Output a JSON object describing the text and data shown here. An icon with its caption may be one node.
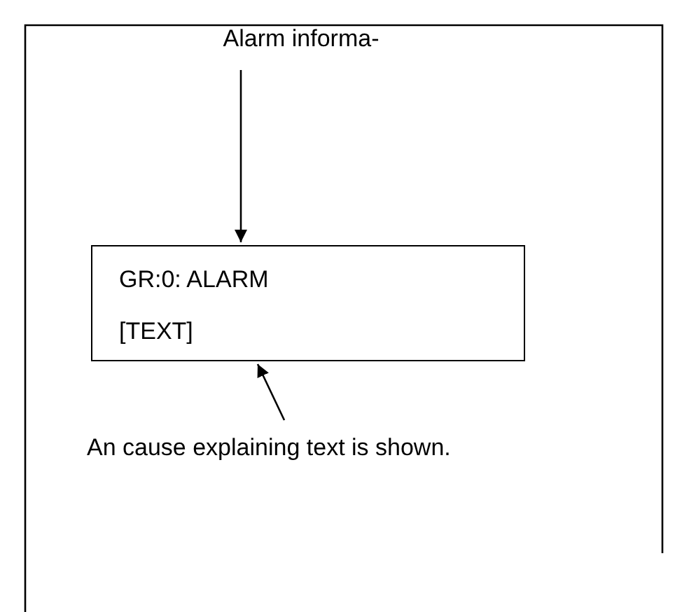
{
  "diagram": {
    "nodes": [
      {
        "text": [
          "Alarm informa-"
        ]
      },
      {
        "text": [
          "GR:0: ALARM",
          "[TEXT]"
        ]
      },
      {
        "text": [
          "An cause explaining text is shown."
        ]
      }
    ],
    "edges": [
      {
        "from": 0,
        "to": 1,
        "arrow": "to"
      },
      {
        "from": 2,
        "to": 1,
        "arrow": "to"
      }
    ]
  }
}
